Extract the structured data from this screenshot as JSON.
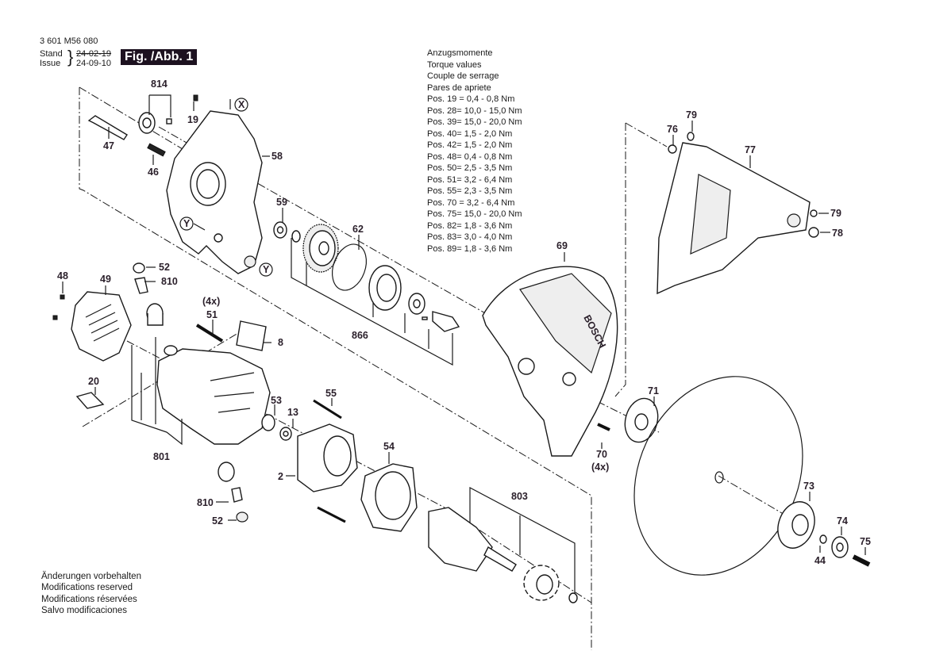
{
  "header": {
    "doc_number": "3 601 M56 080",
    "stand_label": "Stand",
    "issue_label": "Issue",
    "stand_date_old": "24-02-19",
    "issue_date": "24-09-10",
    "figure_badge": "Fig. /Abb. 1"
  },
  "torque": {
    "titles": [
      "Anzugsmomente",
      "Torque values",
      "Couple de serrage",
      "Pares de apriete"
    ],
    "values": [
      "Pos. 19 = 0,4 - 0,8 Nm",
      "Pos. 28= 10,0 - 15,0 Nm",
      "Pos. 39= 15,0 - 20,0 Nm",
      "Pos. 40= 1,5 - 2,0 Nm",
      "Pos. 42= 1,5 - 2,0 Nm",
      "Pos. 48= 0,4 - 0,8 Nm",
      "Pos. 50= 2,5 - 3,5 Nm",
      "Pos. 51= 3,2 - 6,4 Nm",
      "Pos. 55= 2,3 - 3,5 Nm",
      "Pos. 70 = 3,2 - 6,4 Nm",
      "Pos. 75= 15,0 - 20,0 Nm",
      "Pos. 82= 1,8 - 3,6 Nm",
      "Pos. 83= 3,0 - 4,0 Nm",
      "Pos. 89= 1,8 - 3,6 Nm"
    ]
  },
  "footer": [
    "Änderungen vorbehalten",
    "Modifications reserved",
    "Modifications réservées",
    "Salvo modificaciones"
  ],
  "parts": {
    "p814": "814",
    "p19": "19",
    "pX": "X",
    "p47": "47",
    "p46": "46",
    "p58": "58",
    "pY1": "Y",
    "pY2": "Y",
    "p59": "59",
    "p62": "62",
    "p866": "866",
    "p48": "48",
    "p49": "49",
    "p52a": "52",
    "p810a": "810",
    "p4x_51": "(4x)",
    "p51": "51",
    "p8": "8",
    "p20": "20",
    "p801": "801",
    "p53": "53",
    "p13": "13",
    "p55": "55",
    "p2": "2",
    "p54": "54",
    "p810b": "810",
    "p52b": "52",
    "p803": "803",
    "p69": "69",
    "p71": "71",
    "p70": "70",
    "p4x_70": "(4x)",
    "p76": "76",
    "p79a": "79",
    "p77": "77",
    "p79b": "79",
    "p78": "78",
    "p73": "73",
    "p74": "74",
    "p75": "75",
    "p44": "44",
    "logo_text": "BOSCH"
  }
}
